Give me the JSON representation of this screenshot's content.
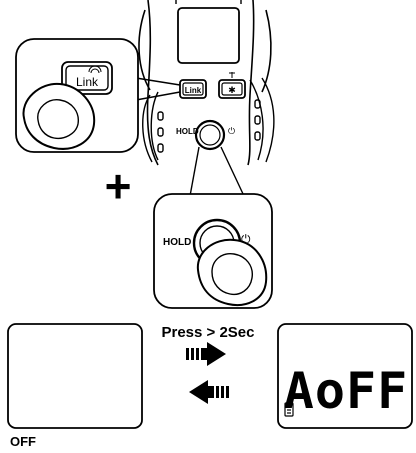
{
  "figure": {
    "link_button_label": "Link",
    "hold_label": "HOLD",
    "power_symbol": "⏻",
    "light_symbol": "✱",
    "plus_sign": "+",
    "press_instruction": "Press > 2Sec",
    "off_label": "OFF",
    "lcd_text": "AoFF",
    "icons": {
      "link": "wireless-link-icon",
      "light": "backlight-icon",
      "power": "power-icon",
      "battery": "battery-icon",
      "arrow_right": "arrow-right-icon",
      "arrow_left": "arrow-left-icon",
      "finger": "finger-icon"
    }
  }
}
